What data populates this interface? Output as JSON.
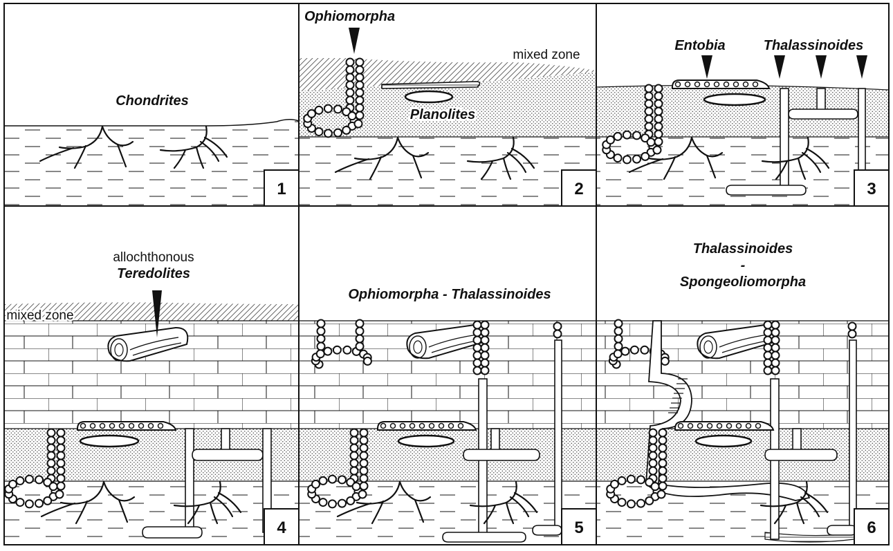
{
  "panels": [
    {
      "number": "1",
      "labels": {
        "chondrites": "Chondrites"
      }
    },
    {
      "number": "2",
      "labels": {
        "ophiomorpha": "Ophiomorpha",
        "mixed_zone": "mixed zone",
        "planolites": "Planolites"
      }
    },
    {
      "number": "3",
      "labels": {
        "entobia": "Entobia",
        "thalassinoides": "Thalassinoides"
      }
    },
    {
      "number": "4",
      "labels": {
        "allochthonous": "allochthonous",
        "teredolites": "Teredolites",
        "mixed_zone": "mixed zone"
      }
    },
    {
      "number": "5",
      "labels": {
        "title": "Ophiomorpha - Thalassinoides"
      }
    },
    {
      "number": "6",
      "labels": {
        "line1": "Thalassinoides",
        "dash": "-",
        "line2": "Spongeoliomorpha"
      }
    }
  ]
}
